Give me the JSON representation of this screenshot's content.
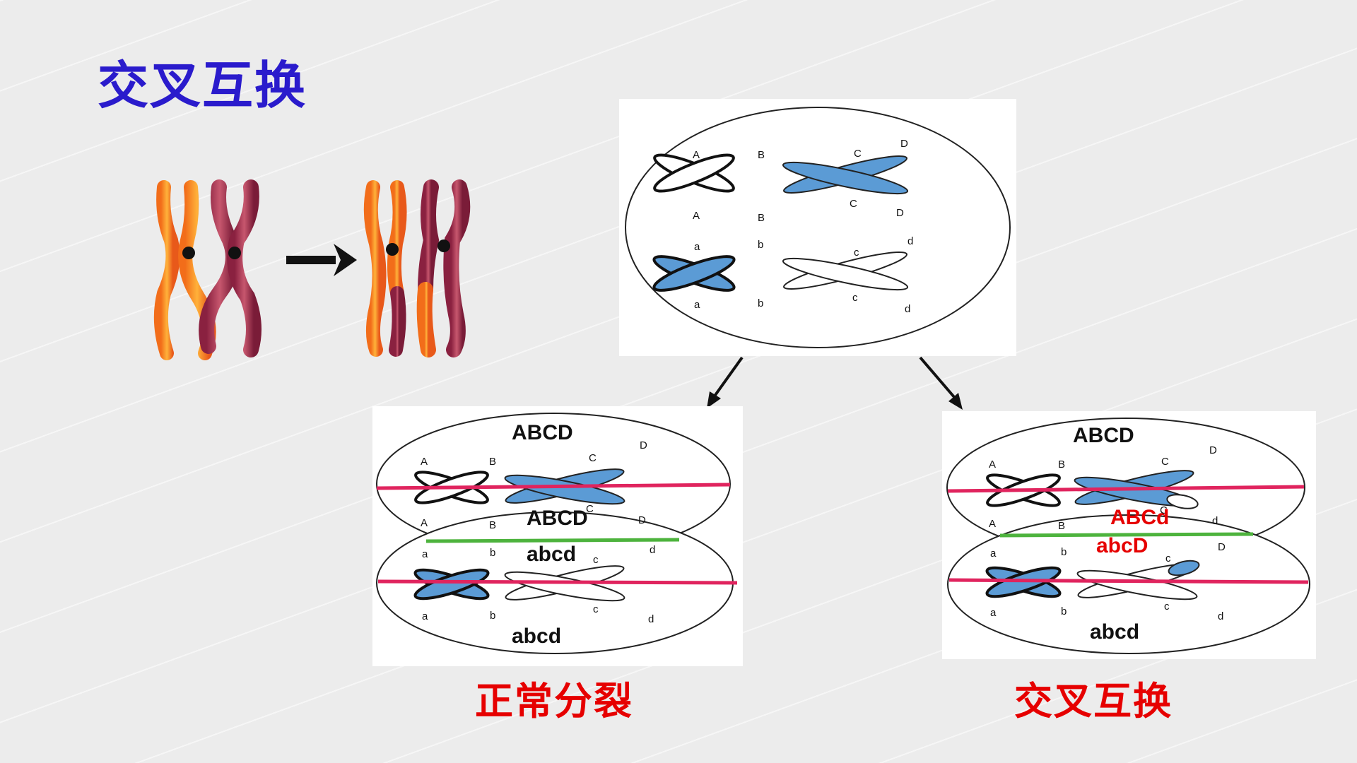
{
  "title": "交叉互换",
  "captions": {
    "normal": "正常分裂",
    "crossover": "交叉互换"
  },
  "top_labels": {
    "tl": [
      "A",
      "B",
      "A",
      "B"
    ],
    "tr": [
      "C",
      "D",
      "C",
      "D"
    ],
    "bl": [
      "a",
      "b",
      "a",
      "b"
    ],
    "br": [
      "c",
      "d",
      "c",
      "d"
    ]
  },
  "normal": {
    "top_gene": "ABCD",
    "mid_upper": "ABCD",
    "mid_lower": "abcd",
    "bottom_gene": "abcd",
    "labels": {
      "tl": [
        "A",
        "B",
        "A",
        "B"
      ],
      "tr": [
        "C",
        "D",
        "C",
        "D"
      ],
      "bl": [
        "a",
        "b",
        "a",
        "b"
      ],
      "br": [
        "c",
        "d",
        "c",
        "d"
      ]
    }
  },
  "crossover": {
    "top_gene": "ABCD",
    "mid_upper": "ABCd",
    "mid_lower": "abcD",
    "bottom_gene": "abcd",
    "labels": {
      "tl": [
        "A",
        "B",
        "A",
        "B"
      ],
      "tr": [
        "C",
        "D",
        "C",
        "d"
      ],
      "bl": [
        "a",
        "b",
        "a",
        "b"
      ],
      "br": [
        "c",
        "D",
        "c",
        "d"
      ]
    }
  },
  "colors": {
    "title": "#2a1bcc",
    "caption": "#e60000",
    "blue": "#5b9bd5",
    "equator": "#e0245e",
    "divider": "#4db33d",
    "orange": "#f08a1c",
    "maroon": "#a0304a"
  }
}
